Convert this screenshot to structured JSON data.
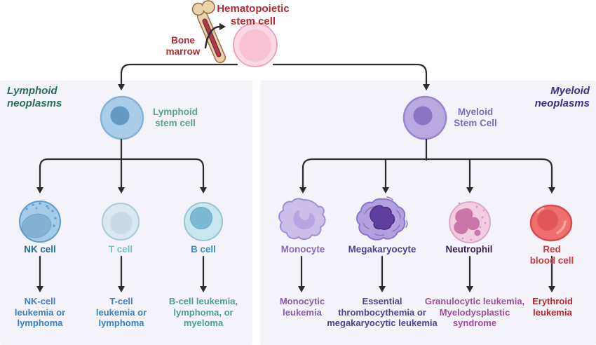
{
  "palette": {
    "background": "#ffffff",
    "panel_bg": "#f3f3f9",
    "arrow_color": "#2b2b2b",
    "root_label_color": "#b5292d",
    "lymphoid_title_color": "#25715d",
    "myeloid_title_color": "#3c3284"
  },
  "root": {
    "cell_label": "Hematopoietic\nstem cell",
    "bone_label": "Bone\nmarrow",
    "cell_icon": "hematopoietic-stem-cell",
    "bone_icon": "bone-marrow"
  },
  "lymphoid": {
    "panel_title": "Lymphoid\nneoplasms",
    "stem_label": "Lymphoid\nstem cell",
    "stem_label_color": "#5aa28d",
    "stem_icon": "lymphoid-stem-cell",
    "cells": [
      {
        "name": "NK cell",
        "icon": "nk-cell",
        "name_color": "#1f7191",
        "neoplasm": "NK-cell\nleukemia or\nlymphoma",
        "neoplasm_color": "#3b80c3"
      },
      {
        "name": "T cell",
        "icon": "t-cell",
        "name_color": "#70c4c2",
        "neoplasm": "T-cell\nleukemia or\nlymphoma",
        "neoplasm_color": "#3b80c3"
      },
      {
        "name": "B cell",
        "icon": "b-cell",
        "name_color": "#3791bf",
        "neoplasm": "B-cell leukemia,\nlymphoma, or\nmyeloma",
        "neoplasm_color": "#47a291"
      }
    ]
  },
  "myeloid": {
    "panel_title": "Myeloid\nneoplasms",
    "stem_label": "Myeloid\nStem Cell",
    "stem_label_color": "#7c6ac2",
    "stem_icon": "myeloid-stem-cell",
    "cells": [
      {
        "name": "Monocyte",
        "icon": "monocyte",
        "name_color": "#8f68bd",
        "neoplasm": "Monocytic\nleukemia",
        "neoplasm_color": "#8a5cb5"
      },
      {
        "name": "Megakaryocyte",
        "icon": "megakaryocyte",
        "name_color": "#4f4391",
        "neoplasm": "Essential\nthrombocythemia or\nmegakaryocytic leukemia",
        "neoplasm_color": "#4a4495"
      },
      {
        "name": "Neutrophil",
        "icon": "neutrophil",
        "name_color": "#3a2055",
        "neoplasm": "Granulocytic leukemia,\nMyelodysplastic\nsyndrome",
        "neoplasm_color": "#a44b9e"
      },
      {
        "name": "Red blood cell",
        "icon": "red-blood-cell",
        "name_color": "#d2383e",
        "neoplasm": "Erythroid\nleukemia",
        "neoplasm_color": "#c52128"
      }
    ]
  }
}
